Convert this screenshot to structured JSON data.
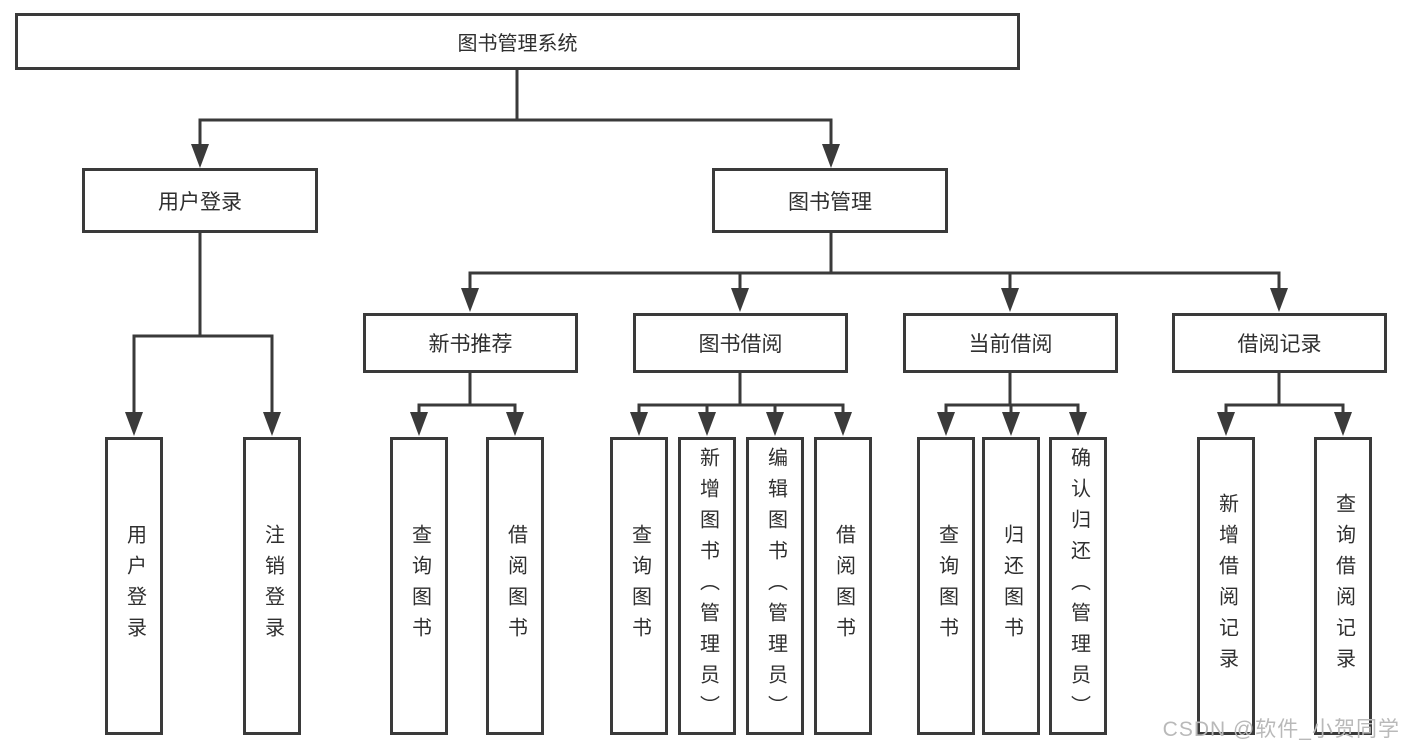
{
  "diagram": {
    "colors": {
      "line": "#3a3a3a",
      "text": "#2f2f2f",
      "watermark": "#b9b9b9",
      "background": "#ffffff"
    },
    "watermark": "CSDN @软件_小贺同学",
    "tree": {
      "root": {
        "label": "图书管理系统"
      },
      "branches": [
        {
          "label": "用户登录",
          "children": [
            {
              "label": "用户登录"
            },
            {
              "label": "注销登录"
            }
          ]
        },
        {
          "label": "图书管理",
          "children": [
            {
              "label": "新书推荐",
              "children": [
                {
                  "label": "查询图书"
                },
                {
                  "label": "借阅图书"
                }
              ]
            },
            {
              "label": "图书借阅",
              "children": [
                {
                  "label": "查询图书"
                },
                {
                  "label": "新增图书（管理员）"
                },
                {
                  "label": "编辑图书（管理员）"
                },
                {
                  "label": "借阅图书"
                }
              ]
            },
            {
              "label": "当前借阅",
              "children": [
                {
                  "label": "查询图书"
                },
                {
                  "label": "归还图书"
                },
                {
                  "label": "确认归还（管理员）"
                }
              ]
            },
            {
              "label": "借阅记录",
              "children": [
                {
                  "label": "新增借阅记录"
                },
                {
                  "label": "查询借阅记录"
                }
              ]
            }
          ]
        }
      ]
    }
  }
}
